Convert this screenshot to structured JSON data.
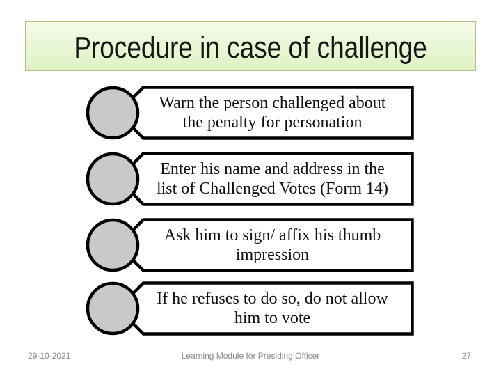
{
  "slide": {
    "title": "Procedure in case of challenge",
    "steps": [
      {
        "line1": "Warn the person challenged about",
        "line2": "the penalty for personation"
      },
      {
        "line1": "Enter his name and address in the",
        "line2": "list of Challenged Votes (Form 14)"
      },
      {
        "line1": "Ask him to sign/ affix his thumb",
        "line2": "impression"
      },
      {
        "line1": "If he refuses to do so, do not allow",
        "line2": "him to vote"
      }
    ],
    "footer": {
      "date": "29-10-2021",
      "title": "Learning Module for Presiding Officer",
      "page_number": "27"
    },
    "colors": {
      "title_gradient_top": "#F4FBE8",
      "title_gradient_bottom": "#DFF3C3",
      "title_border": "#B7BA85",
      "step_box_fill": "#FFFFFF",
      "step_outline": "#000000",
      "bullet_circle_fill": "#C9C9C9",
      "footer_text": "#8B8B8B"
    }
  }
}
